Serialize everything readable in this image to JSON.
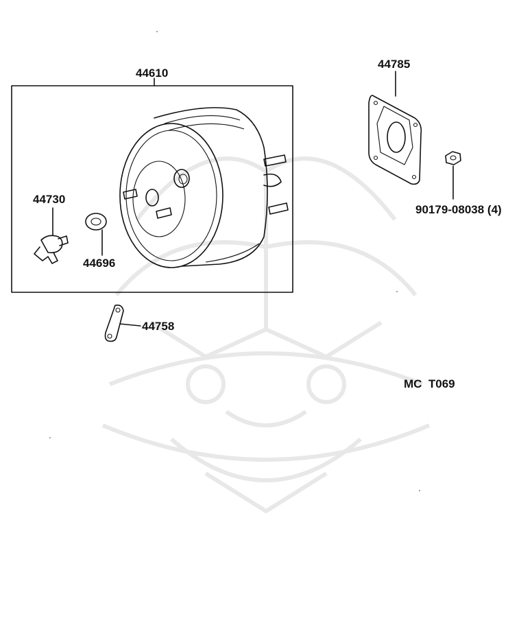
{
  "parts": {
    "booster": "44610",
    "gasket": "44785",
    "valve": "44730",
    "grommet": "44696",
    "clevis": "44758",
    "nut": "90179-08038 (4)"
  },
  "figure_code": "MC  T069",
  "watermark_icon": "samurai-helmet-watermark"
}
